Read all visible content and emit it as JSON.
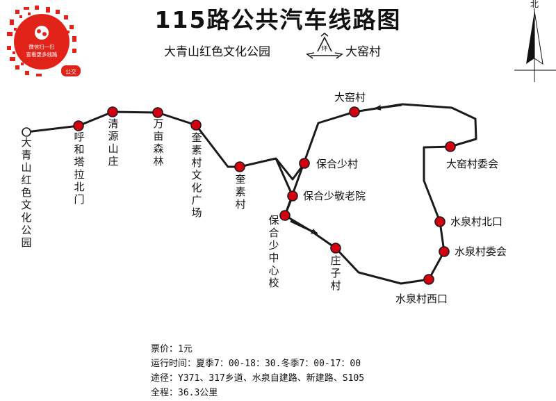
{
  "title": "115路公共汽车线路图",
  "subtitle": {
    "from": "大青山红色文化公园",
    "loop": "环",
    "to": "大窑村"
  },
  "north": "北",
  "qr_badge": {
    "line1": "微信扫一扫",
    "line2": "查看更多线路",
    "tag": "公交"
  },
  "stops": {
    "s0": "大青山红色文化公园",
    "s1": "呼和塔拉北门",
    "s2": "清源山庄",
    "s3": "万亩森林",
    "s4": "奎素村文化广场",
    "s5": "奎素村",
    "s6": "保合少村",
    "s7": "保合少敬老院",
    "s8": "保合少中心校",
    "s9": "庄子村",
    "s10": "水泉村西口",
    "s11": "水泉村委会",
    "s12": "水泉村北口",
    "s13": "大窑村委会",
    "s14": "大窑村"
  },
  "info": {
    "fare": "票价：1元",
    "hours": "运行时间：夏季7：00-18：30.冬季7：00-17：00",
    "via": "途径：Y371、317乡道、水泉自建路、新建路、S105",
    "length": "全程：36.3公里"
  },
  "colors": {
    "route": "#1a1a1a",
    "stop_fill": "#d3000f",
    "badge_red": "#e2231a"
  }
}
